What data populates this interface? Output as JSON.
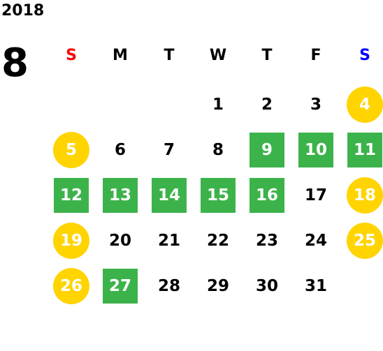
{
  "year": "2018",
  "month": "8",
  "weekday_headers": [
    "S",
    "M",
    "T",
    "W",
    "T",
    "F",
    "S"
  ],
  "colors": {
    "sunday": "#ff0000",
    "saturday": "#0000ff",
    "weekday": "#000000",
    "green_highlight": "#3cb34a",
    "yellow_circle": "#ffd400"
  },
  "weeks": [
    [
      {
        "day": ""
      },
      {
        "day": ""
      },
      {
        "day": ""
      },
      {
        "day": "1"
      },
      {
        "day": "2"
      },
      {
        "day": "3"
      },
      {
        "day": "4",
        "style": "yellow"
      }
    ],
    [
      {
        "day": "5",
        "style": "yellow"
      },
      {
        "day": "6"
      },
      {
        "day": "7"
      },
      {
        "day": "8"
      },
      {
        "day": "9",
        "style": "green"
      },
      {
        "day": "10",
        "style": "green"
      },
      {
        "day": "11",
        "style": "green"
      }
    ],
    [
      {
        "day": "12",
        "style": "green"
      },
      {
        "day": "13",
        "style": "green"
      },
      {
        "day": "14",
        "style": "green"
      },
      {
        "day": "15",
        "style": "green"
      },
      {
        "day": "16",
        "style": "green"
      },
      {
        "day": "17"
      },
      {
        "day": "18",
        "style": "yellow"
      }
    ],
    [
      {
        "day": "19",
        "style": "yellow"
      },
      {
        "day": "20"
      },
      {
        "day": "21"
      },
      {
        "day": "22"
      },
      {
        "day": "23"
      },
      {
        "day": "24"
      },
      {
        "day": "25",
        "style": "yellow"
      }
    ],
    [
      {
        "day": "26",
        "style": "yellow"
      },
      {
        "day": "27",
        "style": "green"
      },
      {
        "day": "28"
      },
      {
        "day": "29"
      },
      {
        "day": "30"
      },
      {
        "day": "31"
      },
      {
        "day": ""
      }
    ]
  ]
}
